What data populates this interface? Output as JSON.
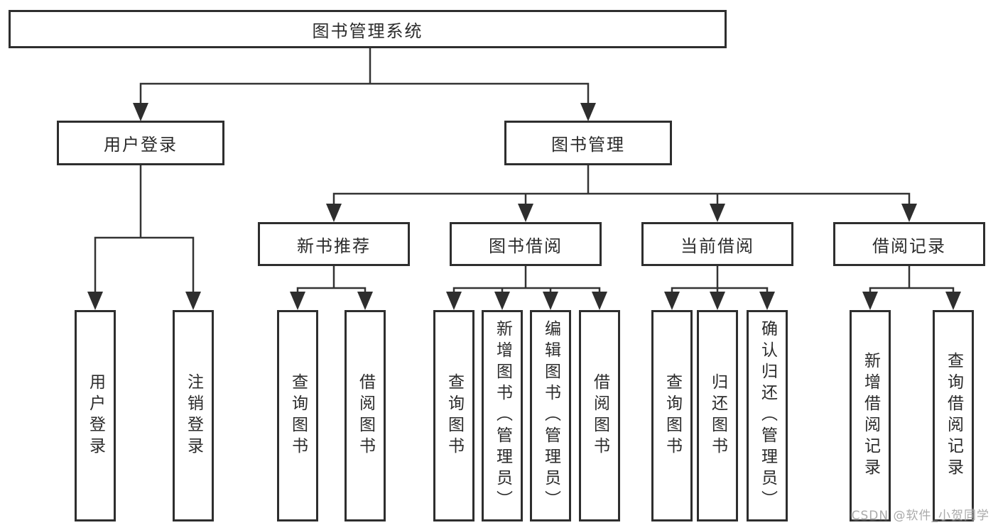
{
  "tree": {
    "label": "图书管理系统",
    "children": [
      {
        "label": "用户登录",
        "children": [
          {
            "label": "用户登录"
          },
          {
            "label": "注销登录"
          }
        ]
      },
      {
        "label": "图书管理",
        "children": [
          {
            "label": "新书推荐",
            "children": [
              {
                "label": "查询图书"
              },
              {
                "label": "借阅图书"
              }
            ]
          },
          {
            "label": "图书借阅",
            "children": [
              {
                "label": "查询图书"
              },
              {
                "label": "新增图书（管理员）"
              },
              {
                "label": "编辑图书（管理员）"
              },
              {
                "label": "借阅图书"
              }
            ]
          },
          {
            "label": "当前借阅",
            "children": [
              {
                "label": "查询图书"
              },
              {
                "label": "归还图书"
              },
              {
                "label": "确认归还（管理员）"
              }
            ]
          },
          {
            "label": "借阅记录",
            "children": [
              {
                "label": "新增借阅记录"
              },
              {
                "label": "查询借阅记录"
              }
            ]
          }
        ]
      }
    ]
  },
  "watermark": "CSDN @软件_小贺同学",
  "colors": {
    "line": "#333333",
    "border": "#2e2e2e",
    "text": "#2b2b2b",
    "watermark": "#a3a3a3",
    "background": "#ffffff"
  }
}
